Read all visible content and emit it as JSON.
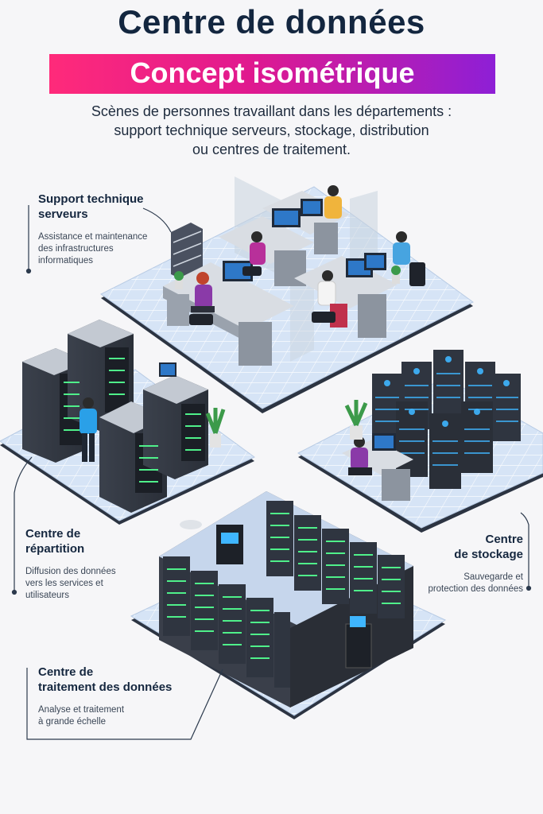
{
  "header": {
    "title": "Centre de données",
    "banner": "Concept isométrique",
    "subtitle_lines": [
      "Scènes de personnes travaillant dans les départements :",
      "support technique serveurs, stockage, distribution",
      "ou centres de traitement."
    ]
  },
  "sections": {
    "support": {
      "title_lines": [
        "Support technique",
        "serveurs"
      ],
      "desc_lines": [
        "Assistance et maintenance",
        "des infrastructures",
        "informatiques"
      ]
    },
    "repartition": {
      "title_lines": [
        "Centre de",
        "répartition"
      ],
      "desc_lines": [
        "Diffusion des données",
        "vers les services et",
        "utilisateurs"
      ]
    },
    "stockage": {
      "title_lines": [
        "Centre",
        "de stockage"
      ],
      "desc_lines": [
        "Sauvegarde et",
        "protection des données"
      ]
    },
    "traitement": {
      "title_lines": [
        "Centre de",
        "traitement des données"
      ],
      "desc_lines": [
        "Analyse et traitement",
        "à grande échelle"
      ]
    }
  },
  "colors": {
    "banner_start": "#ff2a7a",
    "banner_end": "#8e1fd6",
    "title": "#13263f",
    "floor_blue": "#cfe0f5",
    "server_dark": "#2e3440",
    "led_green": "#4ff08a",
    "led_blue": "#3fb6ff"
  },
  "icons": [
    "server-rack-icon",
    "plant-icon",
    "monitor-icon",
    "person-icon",
    "door-icon"
  ]
}
